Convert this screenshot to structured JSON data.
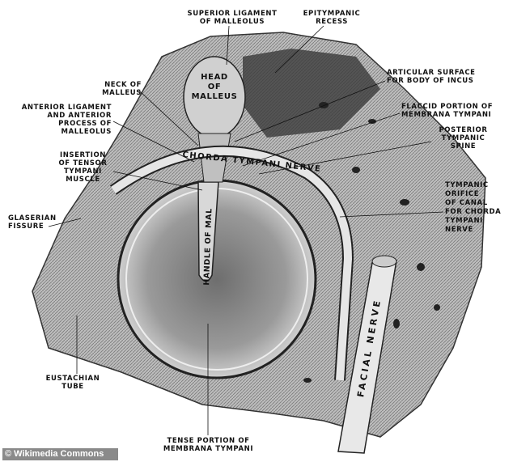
{
  "labels": {
    "superior_ligament": "SUPERIOR LIGAMENT\nOF MALLEOLUS",
    "epitympanic_recess": "EPITYMPANIC\nRECESS",
    "neck_of_malleus": "NECK OF\nMALLEUS",
    "head_of_malleus": "HEAD\nOF\nMALLEUS",
    "articular_surface": "ARTICULAR SURFACE\nFOR BODY OF INCUS",
    "anterior_ligament": "ANTERIOR LIGAMENT\nAND ANTERIOR\nPROCESS OF\nMALLEOLUS",
    "flaccid_portion": "FLACCID PORTION OF\nMEMBRANA TYMPANI",
    "posterior_spine": "POSTERIOR\nTYMPANIC\nSPINE",
    "insertion_tensor": "INSERTION\nOF TENSOR\nTYMPANI\nMUSCLE",
    "chorda_tympani": "CHORDA TYMPANI NERVE",
    "tympanic_orifice": "TYMPANIC\nORIFICE\nOF CANAL\nFOR CHORDA\nTYMPANI\nNERVE",
    "glaserian_fissure": "GLASERIAN\nFISSURE",
    "handle_of_malleus": "HANDLE OF MAL",
    "facial_nerve": "FACIAL NERVE",
    "eustachian_tube": "EUSTACHIAN\nTUBE",
    "tense_portion": "TENSE PORTION OF\nMEMBRANA TYMPANI"
  },
  "credit": "© Wikimedia Commons"
}
